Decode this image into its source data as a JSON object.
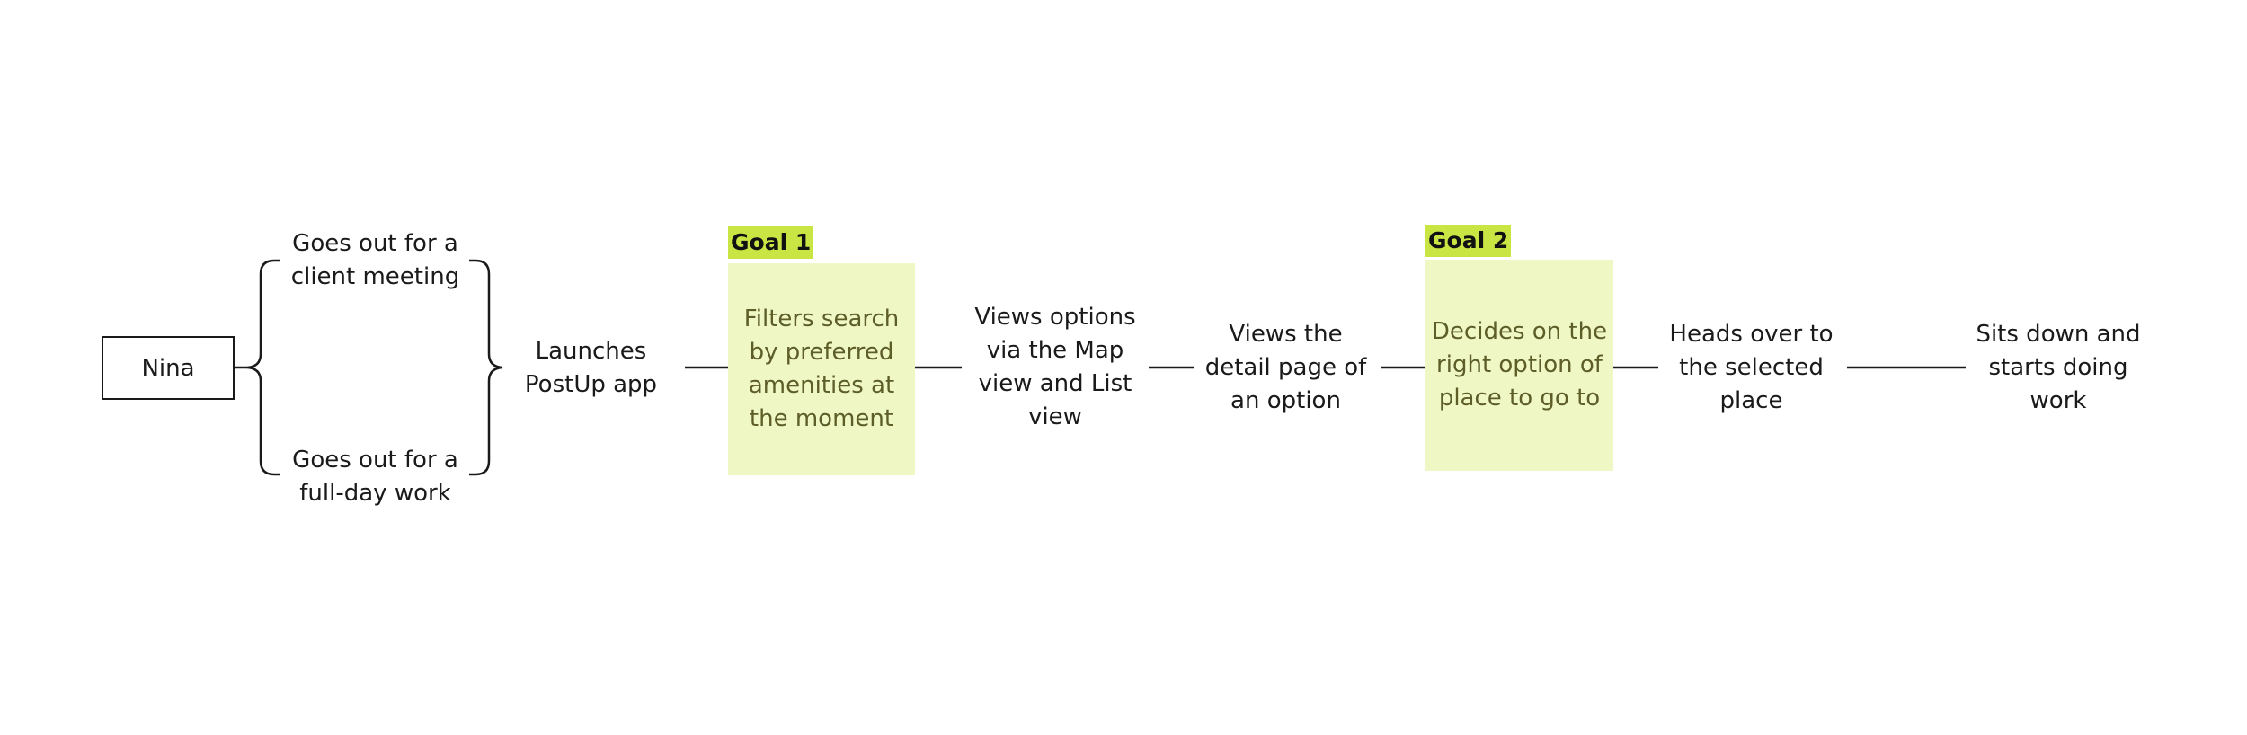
{
  "colors": {
    "line": "#1a1a1a",
    "sticky_fill": "#eff7c4",
    "sticky_text": "#5d5d28",
    "goal_tag_fill": "#c9e544"
  },
  "persona": {
    "name": "Nina"
  },
  "triggers": [
    "Goes out for a client meeting",
    "Goes out for a full-day work"
  ],
  "steps": {
    "launch": "Launches PostUp app",
    "filter": "Filters search by preferred amenities at the moment",
    "views_options": "Views options via the Map view and List view",
    "views_detail": "Views the detail page of an option",
    "decides": "Decides on the right option of place to go to",
    "heads_over": "Heads over to the selected place",
    "sits_down": "Sits down and starts doing work"
  },
  "goals": {
    "goal1": "Goal 1",
    "goal2": "Goal 2"
  }
}
